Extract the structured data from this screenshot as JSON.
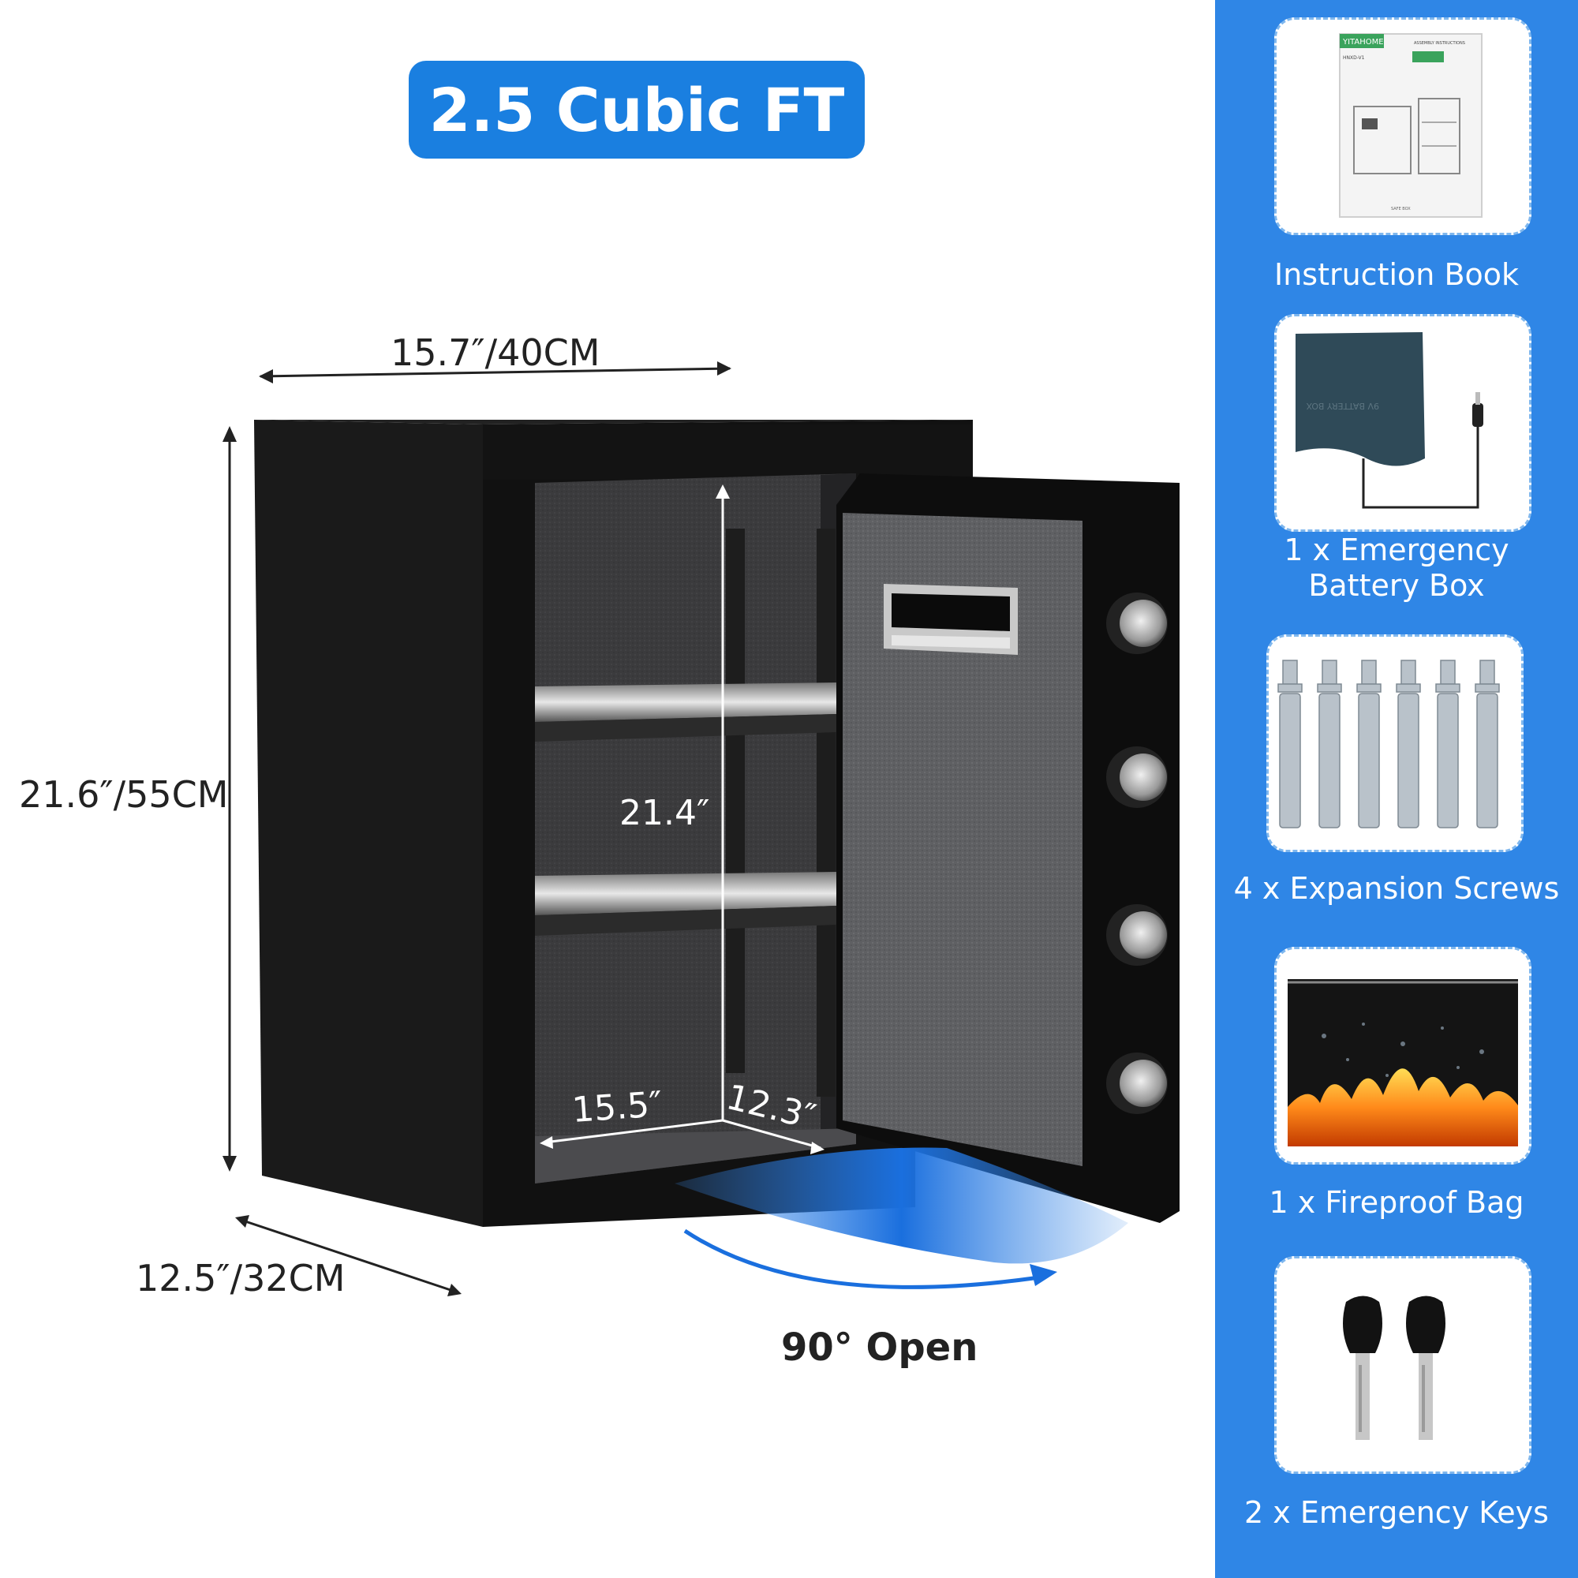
{
  "headline": "2.5 Cubic FT",
  "dimensions": {
    "width": "15.7″/40CM",
    "height": "21.6″/55CM",
    "depth": "12.5″/32CM",
    "inner_height": "21.4″",
    "inner_width": "15.5″",
    "inner_depth": "12.3″"
  },
  "door_opening": "90° Open",
  "manual": {
    "brand": "YITAHOME",
    "title": "ASSEMBLY INSTRUCTIONS",
    "model": "HNXD-V1",
    "footer": "SAFE BOX",
    "battery_box_label": "9V BATTERY BOX"
  },
  "accessories": [
    {
      "label": "Instruction Book",
      "icon": "instruction-book-icon"
    },
    {
      "label": "1 x Emergency\nBattery Box",
      "icon": "battery-box-icon"
    },
    {
      "label": "4 x Expansion Screws",
      "icon": "expansion-screws-icon"
    },
    {
      "label": "1 x Fireproof Bag",
      "icon": "fireproof-bag-icon"
    },
    {
      "label": "2 x Emergency Keys",
      "icon": "emergency-keys-icon"
    }
  ],
  "colors": {
    "accent": "#2f86e6",
    "badge": "#1a7fe0",
    "safe_body": "#151515",
    "interior": "#3d3d3f"
  }
}
